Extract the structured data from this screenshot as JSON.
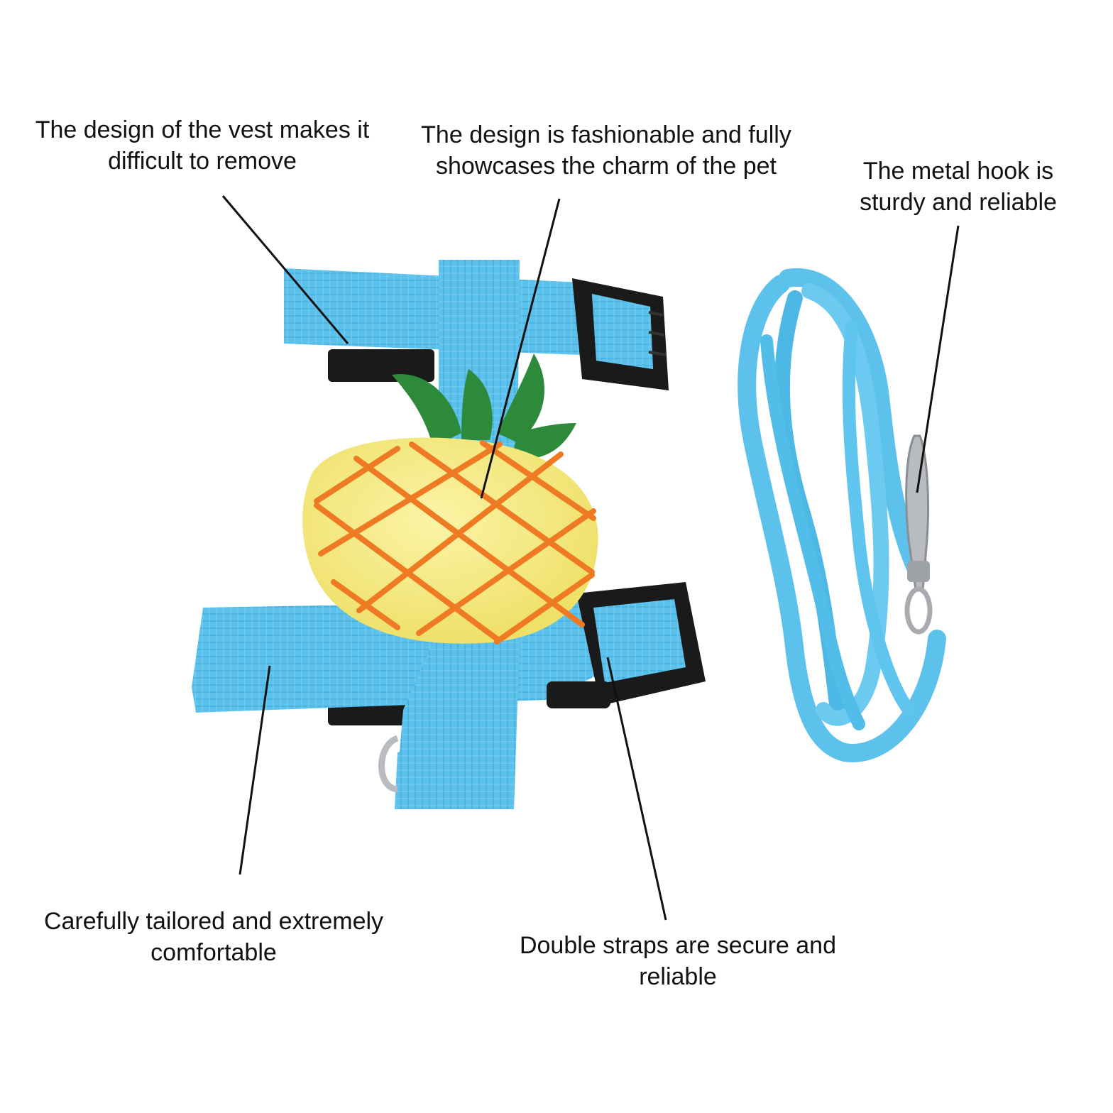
{
  "callouts": {
    "vest_design": "The design of the vest makes it difficult to remove",
    "fashionable": "The design is fashionable and fully showcases the charm of the pet",
    "metal_hook": "The metal hook is sturdy and reliable",
    "tailored": "Carefully tailored and extremely comfortable",
    "double_straps": "Double straps are secure and reliable"
  },
  "colors": {
    "strap": "#5cc2ec",
    "strap_dark": "#3fa6d6",
    "buckle": "#1a1a1a",
    "pineapple": "#f8ee7c",
    "pineapple_lines": "#ee7a23",
    "leaves": "#2c8a3a",
    "metal": "#b8bcc0",
    "leader_line": "#111111"
  }
}
